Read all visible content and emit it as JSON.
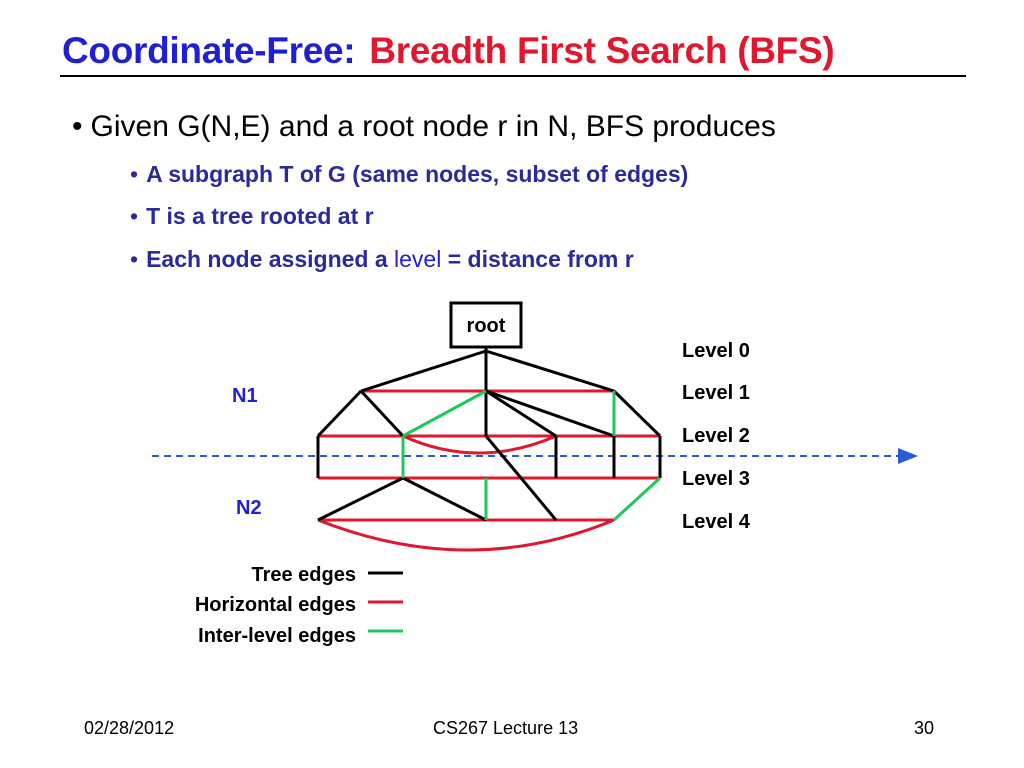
{
  "slide": {
    "title_part1": "Coordinate-Free:",
    "title_part2": "Breadth First Search (BFS)",
    "bullet": "Given G(N,E) and a root node r in N, BFS produces",
    "sub_bullets": [
      {
        "text": "A subgraph T of G (same nodes, subset of edges)"
      },
      {
        "text": "T is a tree rooted at r"
      },
      {
        "pre": "Each node assigned a ",
        "keyword": "level",
        "post": " = distance from r"
      }
    ]
  },
  "diagram": {
    "root_label": "root",
    "levels": [
      "Level 0",
      "Level 1",
      "Level 2",
      "Level 3",
      "Level 4"
    ],
    "node_labels": [
      "N1",
      "N2"
    ],
    "legend": [
      {
        "label": "Tree edges",
        "color": "#000000"
      },
      {
        "label": "Horizontal edges",
        "color": "#e0172e"
      },
      {
        "label": "Inter-level edges",
        "color": "#1ec85a"
      }
    ],
    "colors": {
      "tree": "#000000",
      "horizontal": "#e0172e",
      "inter_level": "#1ec85a",
      "divider": "#2a5bd7"
    }
  },
  "footer": {
    "date": "02/28/2012",
    "course": "CS267 Lecture 13",
    "page": "30"
  }
}
